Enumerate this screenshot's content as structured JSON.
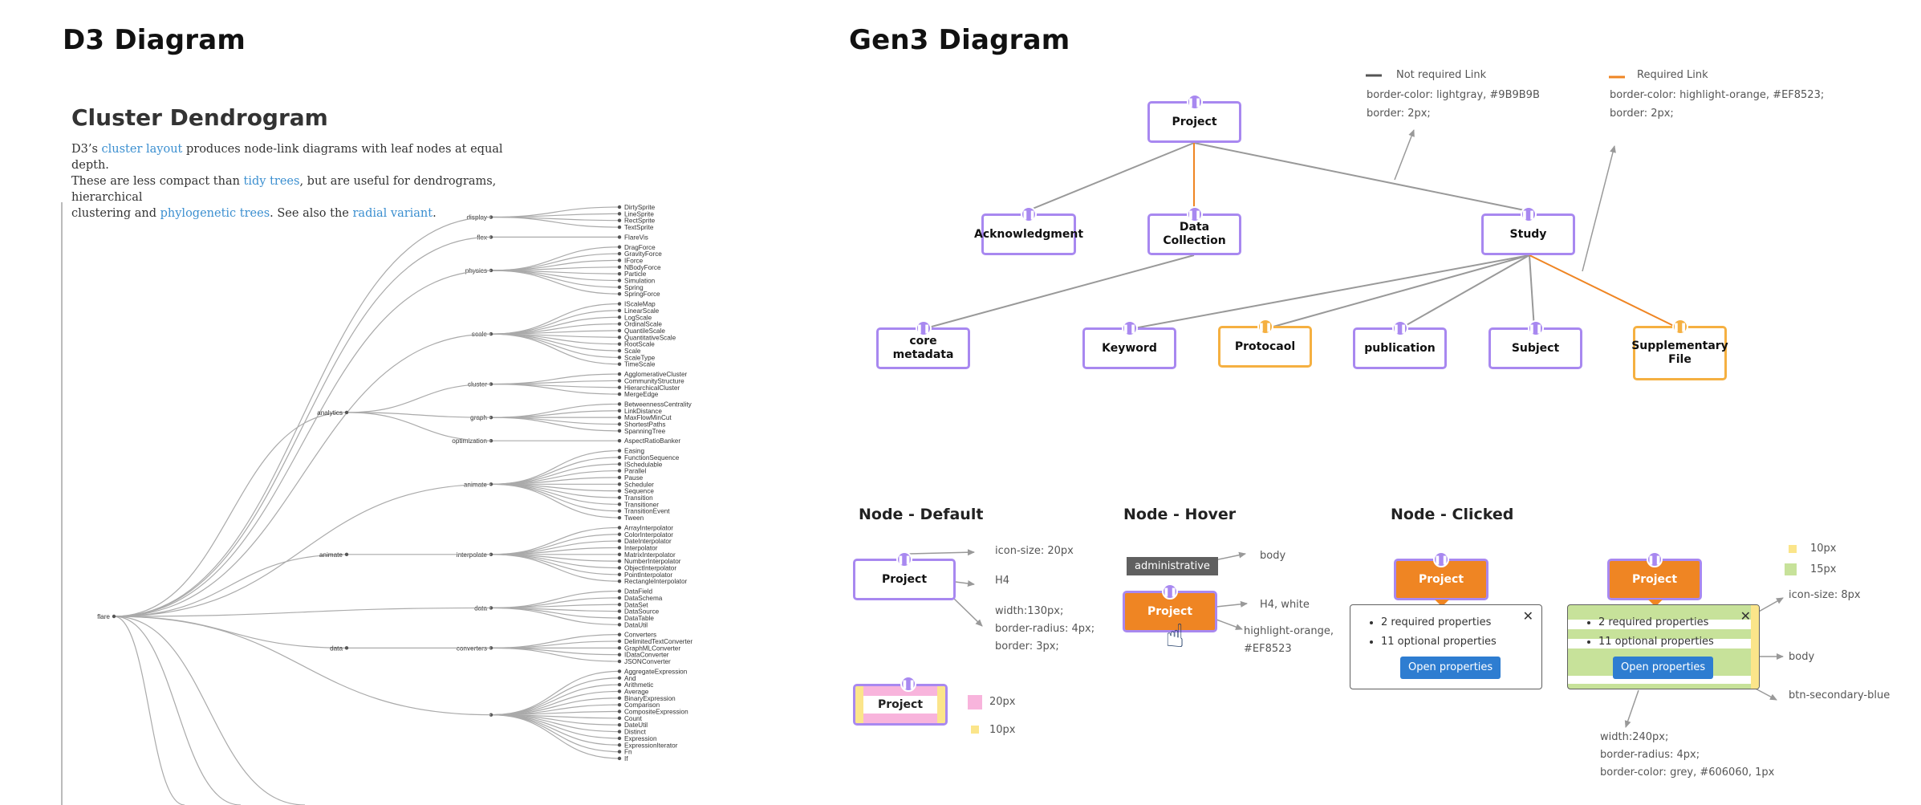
{
  "d3": {
    "heading": "D3 Diagram",
    "title": "Cluster Dendrogram",
    "desc": {
      "p1": "D3’s ",
      "l1": "cluster layout",
      "p2": " produces node-link diagrams with leaf nodes at equal depth.",
      "p3": "These are less compact than ",
      "l2": "tidy trees",
      "p4": ", but are useful for dendrograms, hierarchical",
      "p5": "clustering and ",
      "l3": "phylogenetic trees",
      "p6": ". See also the ",
      "l4": "radial variant",
      "p7": "."
    },
    "root": "flare",
    "groups": [
      {
        "name": "display",
        "children": [
          "DirtySprite",
          "LineSprite",
          "RectSprite",
          "TextSprite"
        ]
      },
      {
        "name": "flex",
        "children": [
          "FlareVis"
        ]
      },
      {
        "name": "physics",
        "children": [
          "DragForce",
          "GravityForce",
          "IForce",
          "NBodyForce",
          "Particle",
          "Simulation",
          "Spring",
          "SpringForce"
        ]
      },
      {
        "name": "scale",
        "children": [
          "IScaleMap",
          "LinearScale",
          "LogScale",
          "OrdinalScale",
          "QuantileScale",
          "QuantitativeScale",
          "RootScale",
          "Scale",
          "ScaleType",
          "TimeScale"
        ]
      },
      {
        "name": "cluster",
        "parent": "analytics",
        "children": [
          "AgglomerativeCluster",
          "CommunityStructure",
          "HierarchicalCluster",
          "MergeEdge"
        ]
      },
      {
        "name": "graph",
        "parent": "analytics",
        "children": [
          "BetweennessCentrality",
          "LinkDistance",
          "MaxFlowMinCut",
          "ShortestPaths",
          "SpanningTree"
        ]
      },
      {
        "name": "optimization",
        "parent": "analytics",
        "children": [
          "AspectRatioBanker"
        ]
      },
      {
        "name": "animate",
        "children": [
          "Easing",
          "FunctionSequence",
          "ISchedulable",
          "Parallel",
          "Pause",
          "Scheduler",
          "Sequence",
          "Transition",
          "Transitioner",
          "TransitionEvent",
          "Tween"
        ]
      },
      {
        "name": "interpolate",
        "parent": "animate",
        "children": [
          "ArrayInterpolator",
          "ColorInterpolator",
          "DateInterpolator",
          "Interpolator",
          "MatrixInterpolator",
          "NumberInterpolator",
          "ObjectInterpolator",
          "PointInterpolator",
          "RectangleInterpolator"
        ]
      },
      {
        "name": "data",
        "children": [
          "DataField",
          "DataSchema",
          "DataSet",
          "DataSource",
          "DataTable",
          "DataUtil"
        ]
      },
      {
        "name": "converters",
        "parent": "data",
        "children": [
          "Converters",
          "DelimitedTextConverter",
          "GraphMLConverter",
          "IDataConverter",
          "JSONConverter"
        ]
      },
      {
        "name": "",
        "children": [
          "AggregateExpression",
          "And",
          "Arithmetic",
          "Average",
          "BinaryExpression",
          "Comparison",
          "CompositeExpression",
          "Count",
          "DateUtil",
          "Distinct",
          "Expression",
          "ExpressionIterator",
          "Fn",
          "If"
        ]
      }
    ],
    "mids": [
      "analytics",
      "animate",
      "data"
    ]
  },
  "gen3": {
    "heading": "Gen3 Diagram",
    "legend": {
      "not_required": {
        "label": "Not required Link",
        "color": "#9B9B9B",
        "line1": "border-color: lightgray, #9B9B9B",
        "line2": "border: 2px;"
      },
      "required": {
        "label": "Required Link",
        "color": "#EF8523",
        "line1": "border-color: highlight-orange, #EF8523;",
        "line2": "border: 2px;"
      }
    },
    "nodes": {
      "project": "Project",
      "acknowledgment": "Acknowledgment",
      "data_collection": "Data Collection",
      "study": "Study",
      "core_metadata": "core metadata",
      "keyword": "Keyword",
      "protocol": "Protocaol",
      "publication": "publication",
      "subject": "Subject",
      "supplementary": "Supplementary File"
    },
    "icon_glyph": "❚❚",
    "default": {
      "title": "Node - Default",
      "node": "Project",
      "icon_note": "icon-size: 20px",
      "font_note": "H4",
      "box_notes": [
        "width:130px;",
        "border-radius: 4px;",
        "border: 3px;"
      ],
      "pad_node": "Project",
      "pad_a": "20px",
      "pad_b": "10px"
    },
    "hover": {
      "title": "Node -  Hover",
      "tooltip": "administrative",
      "node": "Project",
      "body_note": "body",
      "font_note": "H4, white",
      "color_note1": "highlight-orange,",
      "color_note2": "#EF8523"
    },
    "clicked": {
      "title": "Node -  Clicked",
      "node": "Project",
      "items": [
        "2 required properties",
        "11 optional properties"
      ],
      "button": "Open properties",
      "close": "✕",
      "node2": "Project",
      "items2": [
        "2 required properties",
        "11 optional properties"
      ],
      "button2": "Open properties",
      "close2": "✕",
      "sw_a": "10px",
      "sw_b": "15px",
      "icon_note": "icon-size: 8px",
      "body_note": "body",
      "btn_note": "btn-secondary-blue",
      "box_notes": [
        "width:240px;",
        "border-radius: 4px;",
        "border-color: grey, #606060, 1px"
      ]
    }
  }
}
